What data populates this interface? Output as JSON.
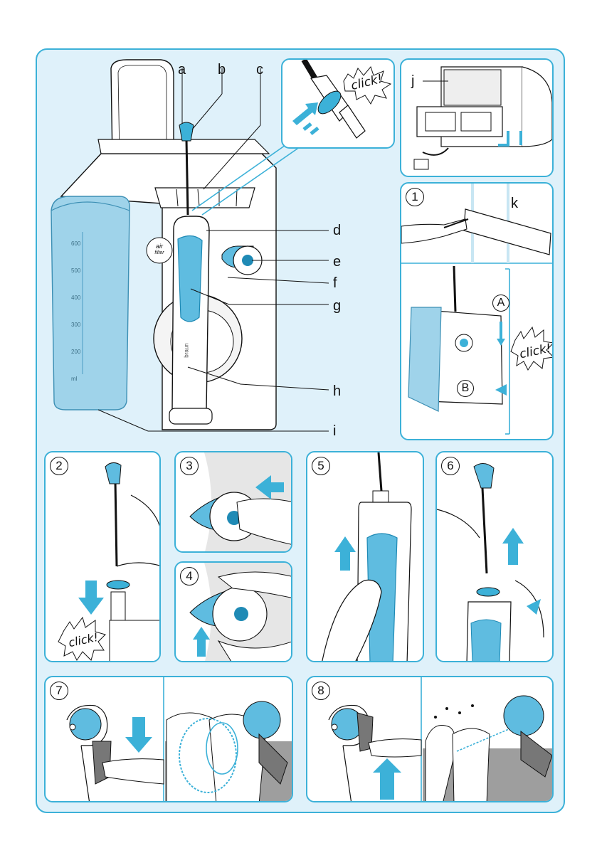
{
  "labels": {
    "a": "a",
    "b": "b",
    "c": "c",
    "d": "d",
    "e": "e",
    "f": "f",
    "g": "g",
    "h": "h",
    "i": "i",
    "j": "j",
    "k": "k"
  },
  "steps": {
    "s1": "1",
    "s2": "2",
    "s3": "3",
    "s4": "4",
    "s5": "5",
    "s6": "6",
    "s7": "7",
    "s8": "8"
  },
  "markers": {
    "A": "A",
    "B": "B"
  },
  "click_text": "click!",
  "device": {
    "air_filter_line1": "air",
    "air_filter_line2": "filter",
    "brand": "braun",
    "scale": [
      "600",
      "500",
      "400",
      "300",
      "200",
      "ml"
    ]
  },
  "colors": {
    "accent": "#3cb1d8",
    "water": "#9fd3ea",
    "panel_bg": "#dff1fa"
  }
}
